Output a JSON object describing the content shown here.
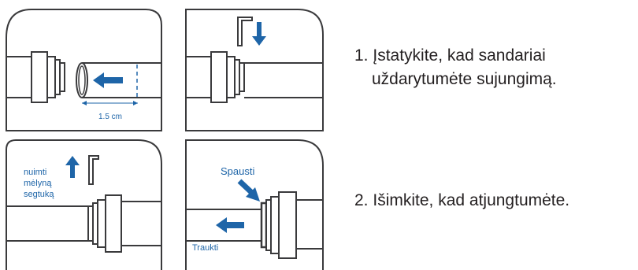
{
  "colors": {
    "outline": "#3a3a3c",
    "arrow": "#1e65a8",
    "label": "#1e65a8",
    "text": "#231f20"
  },
  "panels": {
    "top_left": {
      "measure_label": "1.5 cm",
      "arrow_icon": "arrow-left-icon"
    },
    "top_right": {
      "arrow_icon": "arrow-down-icon"
    },
    "bottom_left": {
      "label_line1": "nuimti",
      "label_line2": "mėlyną",
      "label_line3": "segtuką",
      "arrow_icon": "arrow-up-icon"
    },
    "bottom_right": {
      "push_label": "Spausti",
      "pull_label": "Traukti",
      "arrow_icons": [
        "arrow-diagonal-icon",
        "arrow-left-icon"
      ]
    }
  },
  "steps": {
    "step1": {
      "number": "1.",
      "line1": "Įstatykite, kad sandariai",
      "line2": "uždarytumėte sujungimą."
    },
    "step2": {
      "number": "2.",
      "text": "Išimkite, kad atjungtumėte."
    }
  }
}
